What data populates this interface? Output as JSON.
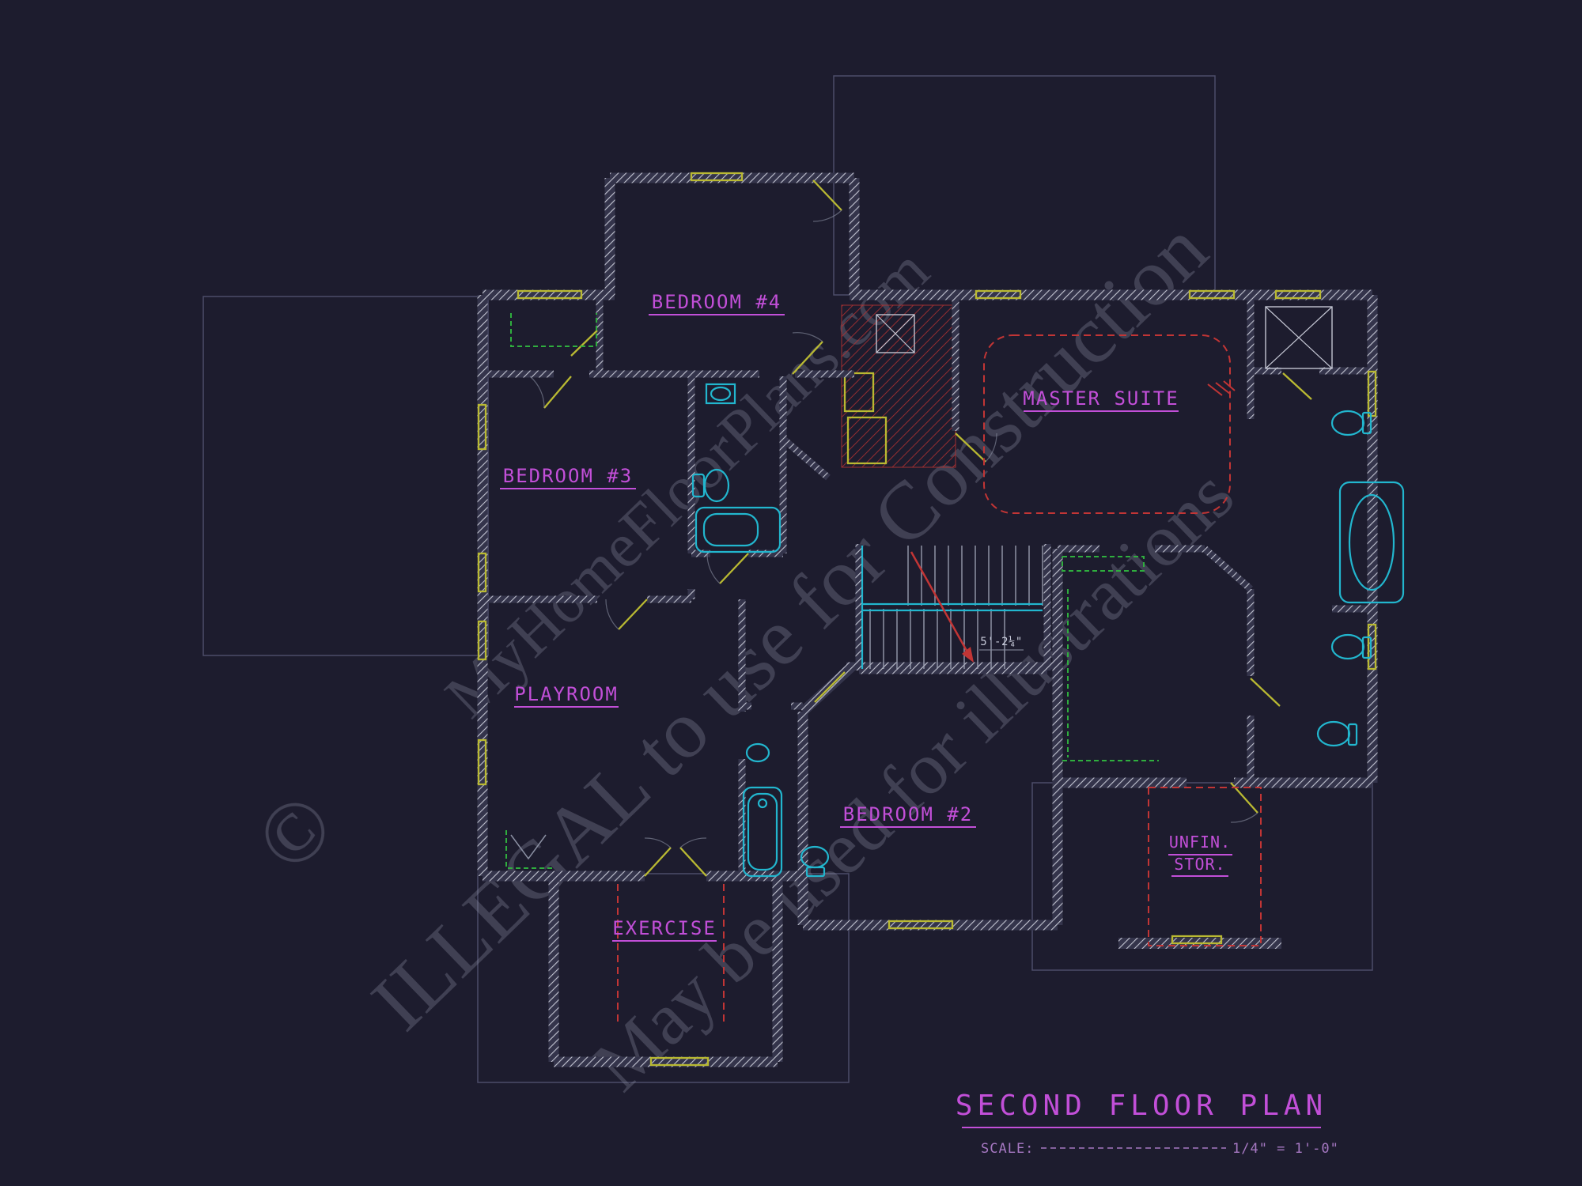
{
  "title_block": {
    "title": "SECOND FLOOR PLAN",
    "scale_label": "SCALE:",
    "scale_value": "1/4\" = 1'-0\""
  },
  "rooms": {
    "bedroom4": "BEDROOM #4",
    "master_suite": "MASTER SUITE",
    "bedroom3": "BEDROOM #3",
    "playroom": "PLAYROOM",
    "bedroom2": "BEDROOM #2",
    "exercise": "EXERCISE",
    "unfin_line1": "UNFIN.",
    "unfin_line2": "STOR."
  },
  "annotations": {
    "stair_dimension": "5'-2¼\""
  },
  "watermark": {
    "line1": "MyHomeFloorPlans.com",
    "line2": "ILLEGAL to use for Construction",
    "line3": "May be used for illustrations",
    "copyright": "©"
  },
  "colors": {
    "bg": "#1d1c2e",
    "wall": "#c2c4d1",
    "label": "#c24fd8",
    "cyan": "#22b6ce",
    "yellow": "#b9b932",
    "red": "#c23535",
    "green": "#2fae3e"
  }
}
